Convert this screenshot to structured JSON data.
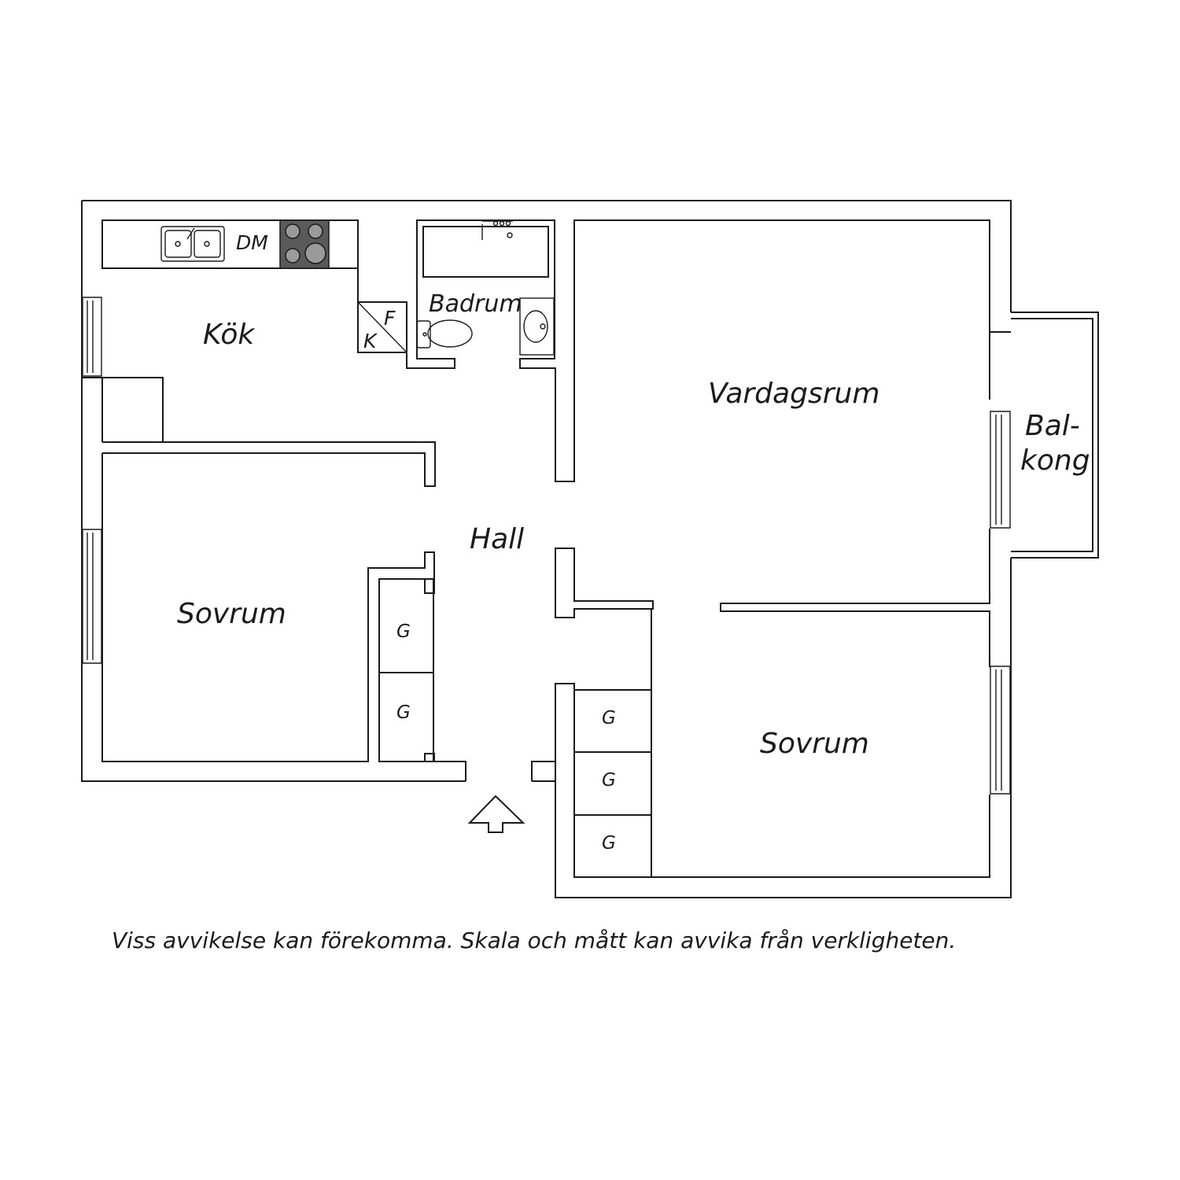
{
  "rooms": {
    "kitchen": "Kök",
    "bathroom": "Badrum",
    "living_room": "Vardagsrum",
    "hall": "Hall",
    "bedroom_left": "Sovrum",
    "bedroom_right": "Sovrum",
    "balcony_line1": "Bal-",
    "balcony_line2": "kong"
  },
  "fixtures": {
    "dishwasher": "DM",
    "freezer": "F",
    "fridge": "K",
    "closet_label": "G"
  },
  "caption": "Viss avvikelse kan förekomma. Skala och mått kan avvika från verkligheten.",
  "icons": [
    "sink-icon",
    "stove-icon",
    "bathtub-icon",
    "toilet-icon",
    "washbasin-icon",
    "entrance-arrow-icon",
    "window-icon"
  ]
}
